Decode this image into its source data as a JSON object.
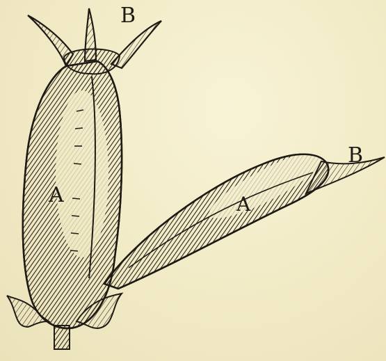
{
  "labels": {
    "upright_top": "B",
    "upright_body": "A",
    "side_body": "A",
    "side_tip": "B"
  },
  "colors": {
    "paper": "#f3edc8",
    "ink": "#1e1a14"
  }
}
